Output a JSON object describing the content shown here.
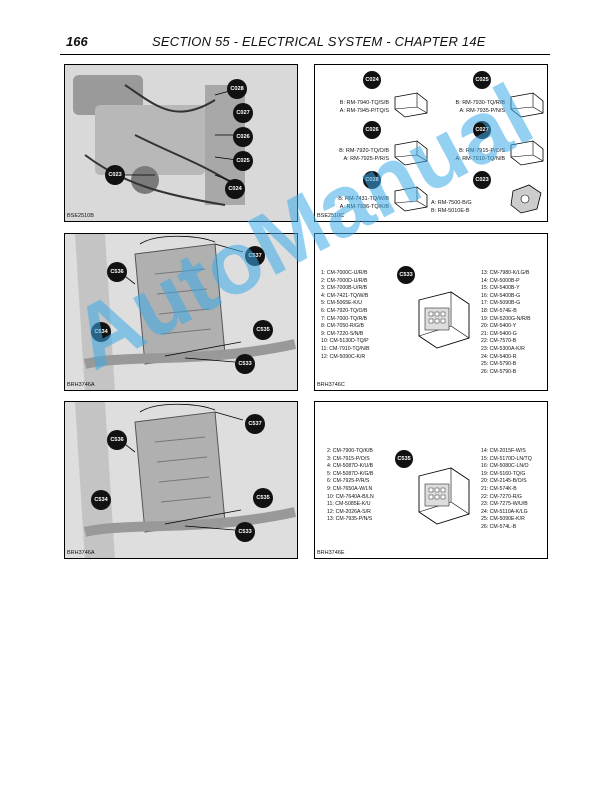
{
  "header": {
    "page_number": "166",
    "title": "SECTION 55 - ELECTRICAL SYSTEM - CHAPTER 14E"
  },
  "panels": {
    "photo1": {
      "caption": "BSE2510B",
      "badges": [
        "C028",
        "C027",
        "C026",
        "C025",
        "C023",
        "C024"
      ]
    },
    "conn1": {
      "caption": "BSE2510C",
      "items": [
        {
          "id": "C024",
          "b": "B: RM-7940-TQ/S/B",
          "a": "A: RM-7945-P/TQ/S"
        },
        {
          "id": "C025",
          "b": "B: RM-7930-TQ/R/B",
          "a": "A: RM-7935-P/N/S"
        },
        {
          "id": "C026",
          "b": "B: RM-7920-TQ/O/B",
          "a": "A: RM-7925-P/R/S"
        },
        {
          "id": "C027",
          "b": "B: RM-7915-P/O/S",
          "a": "A: RM-7910-TQ/N/B"
        },
        {
          "id": "C028",
          "b": "B: RM-7431-TQ/W/B",
          "a": "A: RM-7936-TQ/K/B"
        },
        {
          "id": "C023",
          "a": "A: RM-7500-B/G",
          "b": "B: RM-5010E-B"
        }
      ]
    },
    "photo2": {
      "caption": "BRH3746A",
      "badges": [
        "C536",
        "C537",
        "C534",
        "C535",
        "C533"
      ]
    },
    "pins1": {
      "caption": "BRH3746C",
      "badge": "C533",
      "left": [
        "1: CM-7000C-U/R/B",
        "2: CM-7000D-U/R/B",
        "3: CM-7000B-U/R/B",
        "4: CM-7421-TQ/W/B",
        "5: CM-5065E-K/U",
        "6: CM-7920-TQ/O/B",
        "7: CM-7000-TQ/R/B",
        "8: CM-7050-R/G/B",
        "9: CM-7220-S/N/B",
        "10: CM-5130D-TQ/P",
        "11: CM-7910-TQ/N/B",
        "12: CM-5090C-K/R"
      ],
      "right": [
        "13: CM-7980-K/LG/B",
        "14: CM-5000B-P",
        "15: CM-5400B-Y",
        "16: CM-5400B-G",
        "17: CM-5090B-G",
        "18: CM-574E-B",
        "19: CM-5200G-N/R/B",
        "20: CM-5400-Y",
        "21: CM-5400-G",
        "22: CM-7570-B",
        "23: CM-5300A-K/R",
        "24: CM-5400-R",
        "25: CM-5790-B",
        "26: CM-5790-B"
      ]
    },
    "photo3": {
      "caption": "BRH3746A",
      "badges": [
        "C536",
        "C537",
        "C534",
        "C535",
        "C533"
      ]
    },
    "pins2": {
      "caption": "BRH3746E",
      "badge": "C535",
      "left": [
        "2: CM-7900-TQ/K/B",
        "3: CM-7915-P/O/S",
        "4: CM-5087D-K/U/B",
        "5: CM-5087D-K/G/B",
        "6: CM-7925-P/R/S",
        "9: CM-7650A-W/LN",
        "10: CM-7640A-B/LN",
        "11: CM-5085E-K/U",
        "12: CM-2026A-S/R",
        "13: CM-7935-P/N/S"
      ],
      "right": [
        "14: CM-2015F-W/S",
        "15: CM-5170D-LN/TQ",
        "16: CM-5080C-LN/O",
        "19: CM-5160-TQ/G",
        "20: CM-2145-B/O/S",
        "21: CM-574K-B",
        "22: CM-7270-R/G",
        "23: CM-7275-W/U/B",
        "24: CM-5110A-K/LG",
        "25: CM-5090E-K/R",
        "26: CM-574L-B"
      ]
    }
  },
  "watermark": "AutoManual"
}
